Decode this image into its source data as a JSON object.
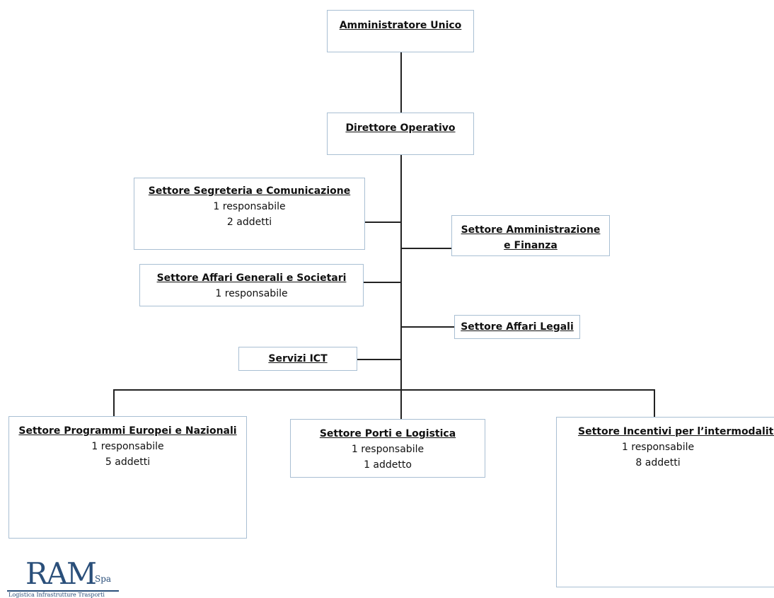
{
  "nodes": {
    "amministratore": {
      "title": "Amministratore Unico"
    },
    "direttore": {
      "title": "Direttore Operativo"
    },
    "segreteria": {
      "title": "Settore Segreteria e Comunicazione",
      "lines": [
        "1 responsabile",
        "2 addetti"
      ]
    },
    "amministrazione": {
      "title_line1": "Settore Amministrazione",
      "title_line2": "e Finanza"
    },
    "affari_generali": {
      "title": "Settore Affari Generali e Societari",
      "lines": [
        "1 responsabile"
      ]
    },
    "affari_legali": {
      "title": "Settore Affari Legali"
    },
    "ict": {
      "title": "Servizi ICT"
    },
    "programmi": {
      "title": "Settore Programmi Europei e Nazionali",
      "lines": [
        "1 responsabile",
        "5 addetti"
      ]
    },
    "porti": {
      "title": "Settore Porti e Logistica",
      "lines": [
        "1 responsabile",
        "1 addetto"
      ]
    },
    "incentivi": {
      "title": "Settore Incentivi per l’intermodalità",
      "lines": [
        "1 responsabile",
        "8 addetti"
      ]
    }
  },
  "logo": {
    "name": "RAM",
    "suffix": "Spa",
    "tagline": "Logistica  Infrastrutture  Trasporti"
  },
  "colors": {
    "box_border": "#a9bfd3",
    "connector": "#222222",
    "logo": "#2a4f7a"
  }
}
